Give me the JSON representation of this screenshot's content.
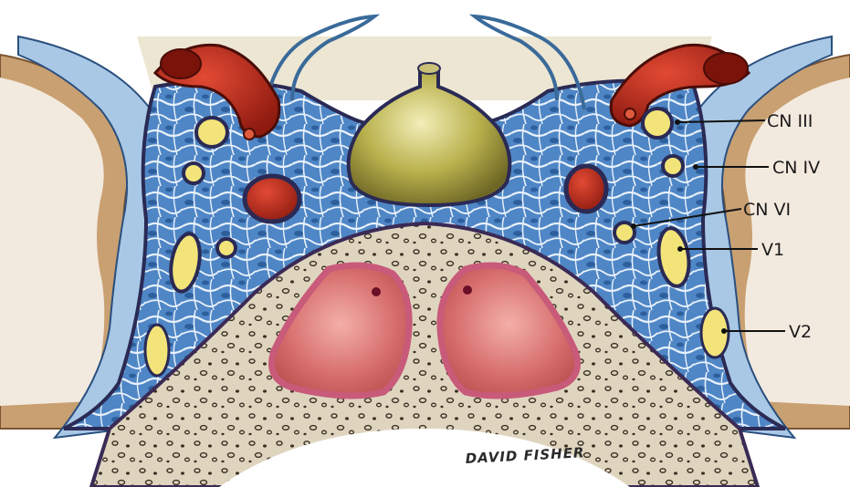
{
  "labels": {
    "cn3": "CN III",
    "cn4": "CN IV",
    "cn6": "CN VI",
    "v1": "V1",
    "v2": "V2"
  },
  "signature": "DAVID FISHER",
  "colors": {
    "sinus_blue": "#4f86c6",
    "septa_white": "#e8f1fb",
    "bone": "#ddd3bd",
    "brain_tan": "#c79a6c",
    "artery_red": "#c8321e",
    "nerve_yellow": "#f3e47a",
    "sphenoid_pink": "#d98080",
    "pituitary_olive": "#b5ad48"
  }
}
